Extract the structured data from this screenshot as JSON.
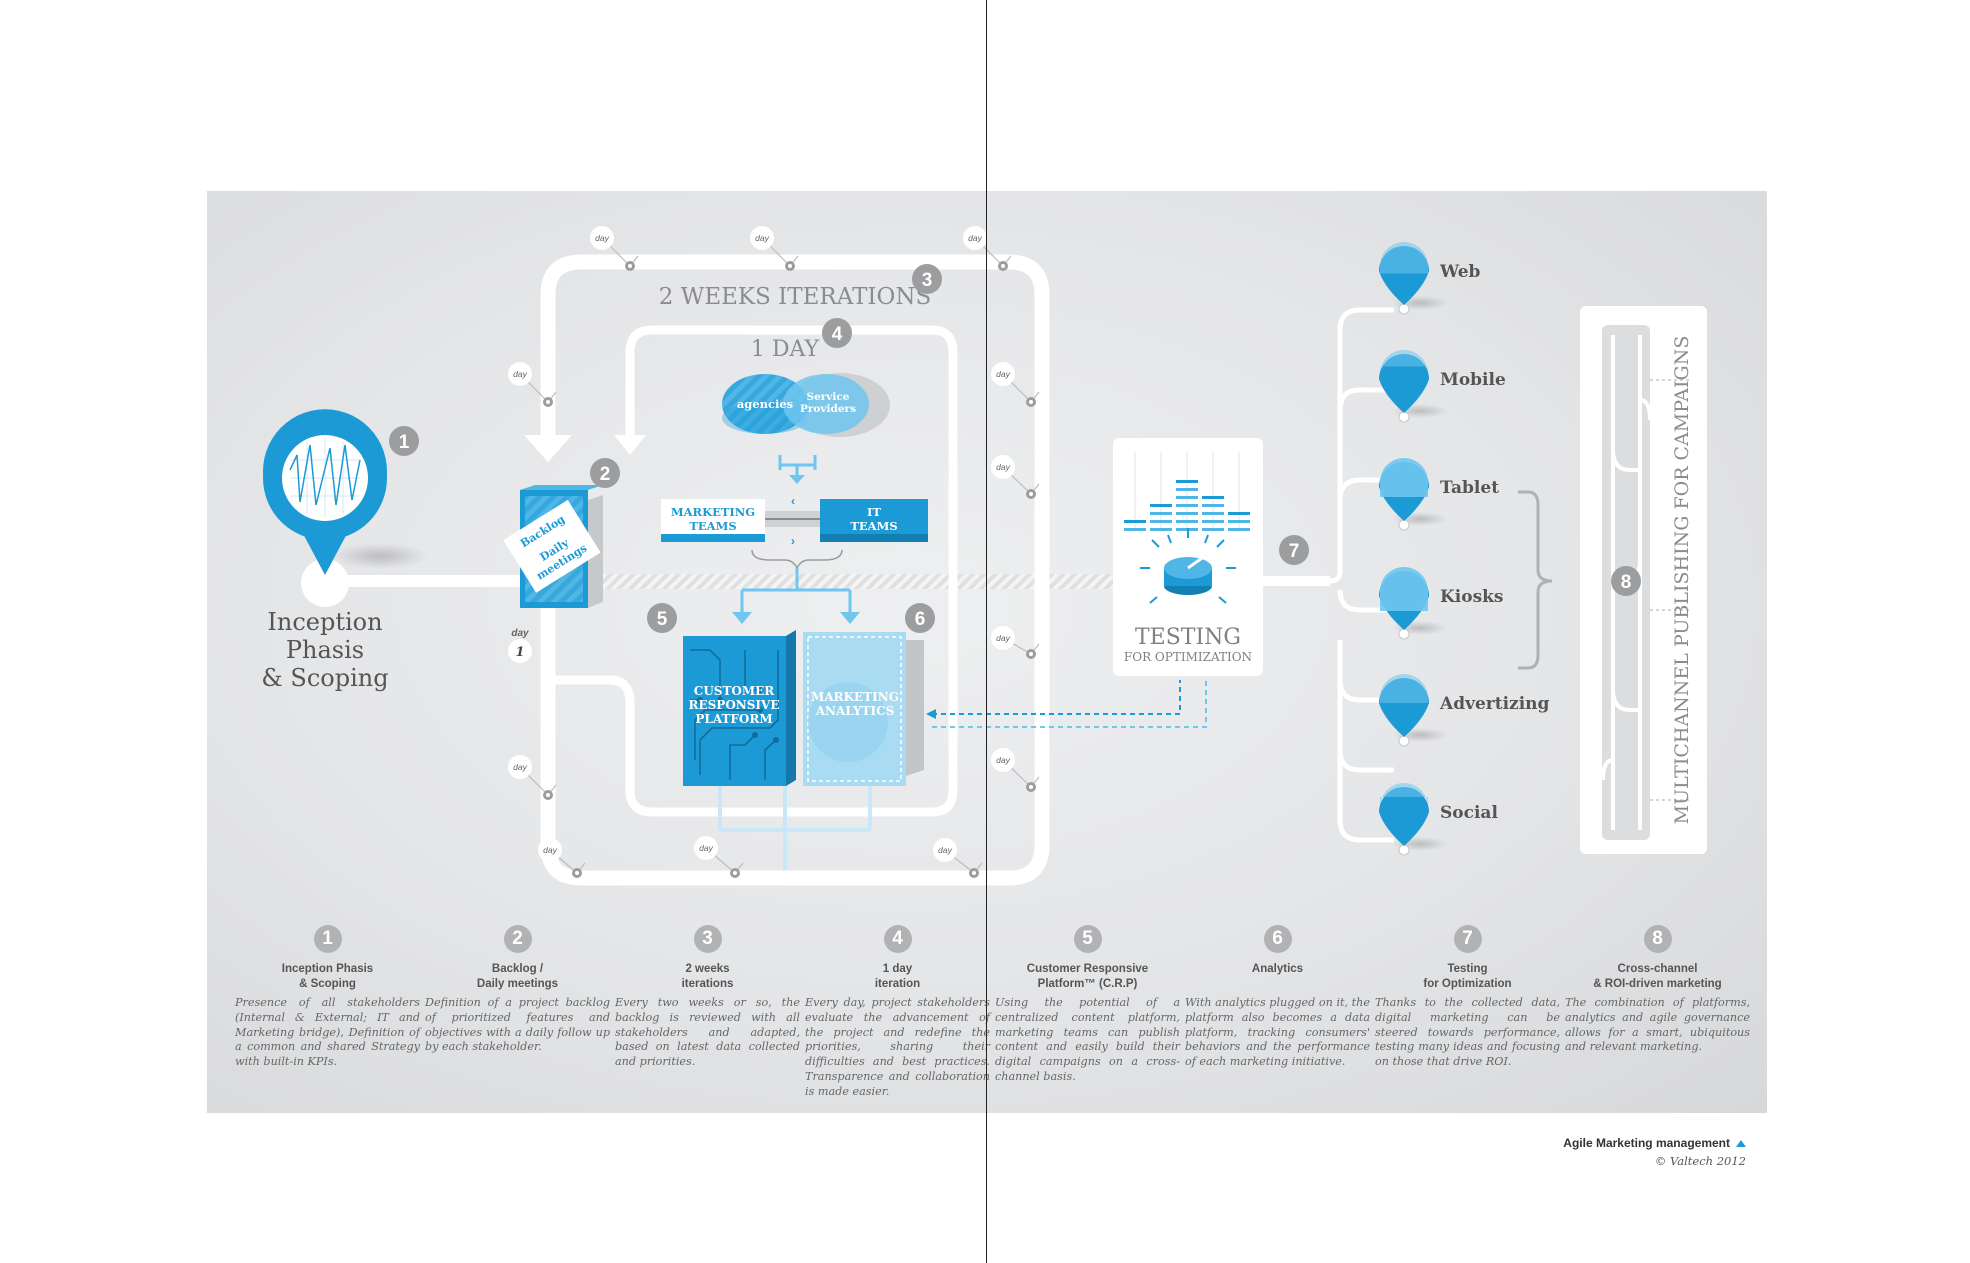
{
  "diagram": {
    "inception_label": [
      "Inception",
      "Phasis",
      "& Scoping"
    ],
    "iterations_label": "2 WEEKS ITERATIONS",
    "one_day_label": "1 DAY",
    "day_label": "day",
    "day_one_label": "day",
    "day_one_number": "1",
    "backlog_lines": [
      "Backlog",
      "Daily",
      "meetings"
    ],
    "venn": {
      "left": "agencies",
      "right_lines": [
        "Service",
        "Providers"
      ]
    },
    "marketing_teams_lines": [
      "MARKETING",
      "TEAMS"
    ],
    "it_teams_lines": [
      "IT",
      "TEAMS"
    ],
    "crp_lines": [
      "CUSTOMER",
      "RESPONSIVE",
      "PLATFORM"
    ],
    "analytics_lines": [
      "MARKETING",
      "ANALYTICS"
    ],
    "testing_title": "TESTING",
    "testing_subtitle": "FOR OPTIMIZATION",
    "channels": [
      "Web",
      "Mobile",
      "Tablet",
      "Kiosks",
      "Advertizing",
      "Social"
    ],
    "multichannel_label": "MULTICHANNEL PUBLISHING FOR CAMPAIGNS",
    "badges": [
      "1",
      "2",
      "3",
      "4",
      "5",
      "6",
      "7",
      "8"
    ],
    "colors": {
      "accent": "#1c9ad6",
      "light_accent": "#6fc6ef",
      "pale_accent": "#bfe4f7",
      "badge": "#9c9d9f",
      "track": "#ffffff"
    }
  },
  "steps": [
    {
      "number": "1",
      "title": "Inception Phasis\n& Scoping",
      "body": "Presence of all stakeholders (Internal & External; IT and Marketing bridge), Definition of a common and shared Strategy with built-in KPIs."
    },
    {
      "number": "2",
      "title": "Backlog /\nDaily meetings",
      "body": "Definition of a project backlog of prioritized features and objectives with a daily follow up by each stakeholder."
    },
    {
      "number": "3",
      "title": "2 weeks\niterations",
      "body": "Every two weeks or so, the backlog is reviewed with all stakeholders and adapted, based on latest data collected and priorities."
    },
    {
      "number": "4",
      "title": "1 day\niteration",
      "body": "Every day, project stakeholders evaluate the advancement of the project and redefine the priorities, sharing their difficulties and best practices. Transparence and collaboration is made easier."
    },
    {
      "number": "5",
      "title": "Customer Responsive\nPlatform™ (C.R.P)",
      "body": "Using the potential of a centralized content platform, marketing teams can publish content and easily build their digital campaigns on a cross-channel basis."
    },
    {
      "number": "6",
      "title": "Analytics",
      "body": "With analytics plugged on it, the platform also becomes a data platform, tracking consumers' behaviors and the performance of each marketing initiative."
    },
    {
      "number": "7",
      "title": "Testing\nfor Optimization",
      "body": "Thanks to the collected data, digital marketing can be steered towards performance, testing many ideas and focusing on those that drive ROI."
    },
    {
      "number": "8",
      "title": "Cross-channel\n& ROI-driven marketing",
      "body": "The combination of platforms, analytics and agile governance allows for a smart, ubiquitous and relevant marketing."
    }
  ],
  "footer": {
    "title": "Agile Marketing management",
    "copyright": "© Valtech 2012"
  }
}
